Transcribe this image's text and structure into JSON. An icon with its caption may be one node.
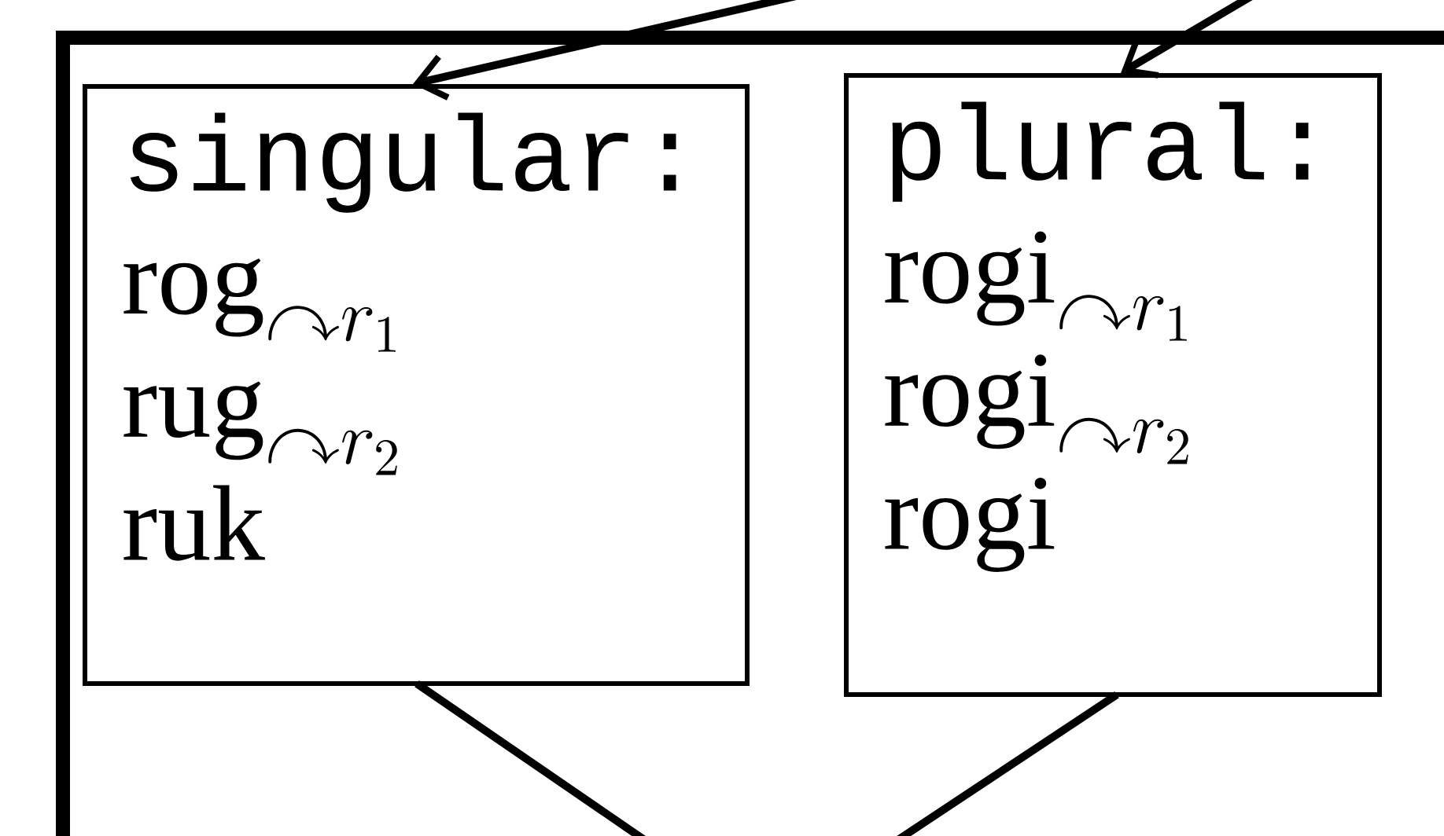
{
  "diagram": {
    "nodes": [
      {
        "text": [],
        "shape": "box"
      },
      {
        "text": [
          "singular:",
          "\\mathrm{rog}_{\\curvearrowright r_1}",
          "\\mathrm{rug}_{\\curvearrowright r_2}",
          "\\mathrm{ruk}"
        ],
        "in": 0
      },
      {
        "text": [
          "plural:",
          "\\mathrm{rogi}_{\\curvearrowright r_1}",
          "\\mathrm{rogi}_{\\curvearrowright r_2}",
          "\\mathrm{rogi}"
        ],
        "in": 0
      }
    ],
    "edges": [
      {
        "from": null,
        "to": 1,
        "arrow": "to"
      },
      {
        "from": null,
        "to": 2,
        "arrow": "to"
      },
      {
        "from": 1,
        "to": null,
        "arrow": "none"
      },
      {
        "from": 2,
        "to": null,
        "arrow": "none"
      }
    ]
  }
}
